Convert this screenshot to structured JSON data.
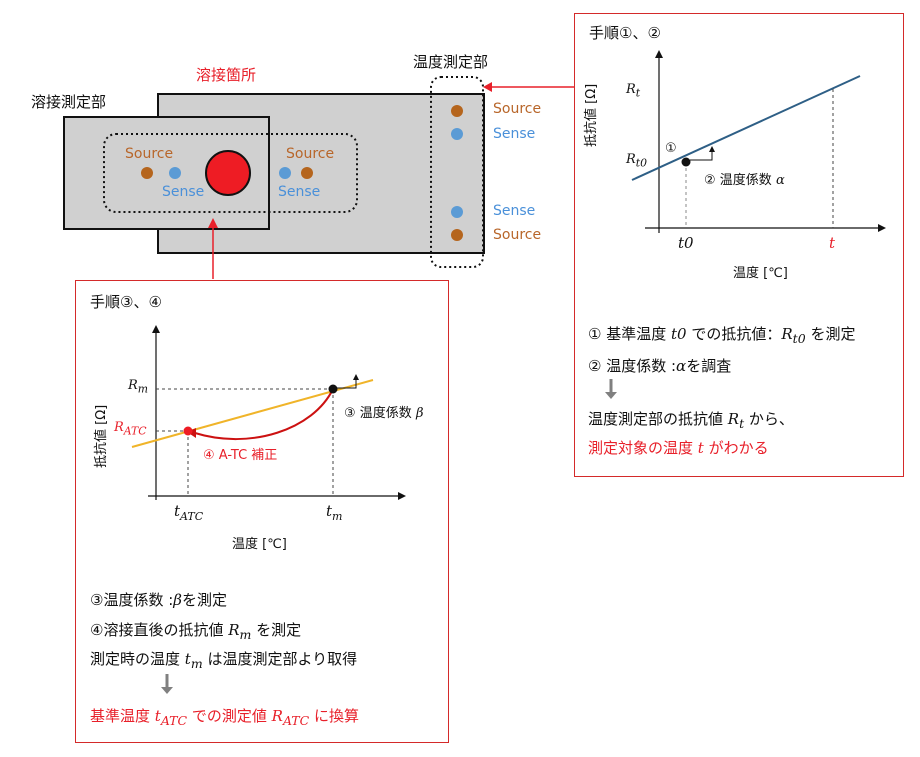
{
  "specimen": {
    "left_label": "溶接測定部",
    "weld_label": "溶接箇所",
    "temp_label": "温度測定部",
    "source": "Source",
    "sense": "Sense"
  },
  "panel_top": {
    "title": "手順①、②",
    "y_axis": "抵抗値 [Ω]",
    "x_axis": "温度 [℃]",
    "r_t": "R",
    "r_t_sub": "t",
    "r_t0": "R",
    "r_t0_sub": "t0",
    "t0": "t0",
    "t": "t",
    "mark1": "①",
    "coef_label": "② 温度係数",
    "coef_sym": "α",
    "step1_a": "① 基準温度",
    "step1_t0": "t0",
    "step1_b": "での抵抗値：",
    "step1_r": "R",
    "step1_r_sub": "t0",
    "step1_c": "を測定",
    "step2_a": "② 温度係数 :",
    "step2_sym": "α",
    "step2_b": "を調査",
    "res_a": "温度測定部の抵抗値",
    "res_r": "R",
    "res_r_sub": "t",
    "res_b": "から、",
    "res2_a": "測定対象の温度",
    "res2_t": "t",
    "res2_b": "がわかる"
  },
  "panel_bottom": {
    "title": "手順③、④",
    "y_axis": "抵抗値 [Ω]",
    "x_axis": "温度 [℃]",
    "r_m": "R",
    "r_m_sub": "m",
    "r_atc": "R",
    "r_atc_sub": "ATC",
    "t_atc": "t",
    "t_atc_sub": "ATC",
    "t_m": "t",
    "t_m_sub": "m",
    "coef_label": "③ 温度係数",
    "coef_sym": "β",
    "atc_label": "④ A-TC 補正",
    "step3_a": "③温度係数 :",
    "step3_sym": "β",
    "step3_b": "を測定",
    "step4_a": "④溶接直後の抵抗値",
    "step4_r": "R",
    "step4_r_sub": "m",
    "step4_b": "を測定",
    "step5_a": "測定時の温度",
    "step5_t": "t",
    "step5_t_sub": "m",
    "step5_b": "は温度測定部より取得",
    "res_a": "基準温度",
    "res_t": "t",
    "res_t_sub": "ATC",
    "res_b": "での測定値",
    "res_r": "R",
    "res_r_sub": "ATC",
    "res_c": "に換算"
  },
  "colors": {
    "plate": "#d0d0d0",
    "weld": "#ee1c24",
    "source_dot": "#b5651d",
    "sense_dot": "#5b9bd5",
    "panel_border": "#d42a2a",
    "line_top": "#2e5f86",
    "line_bottom": "#f0b429",
    "gray_arrow": "#808080"
  }
}
